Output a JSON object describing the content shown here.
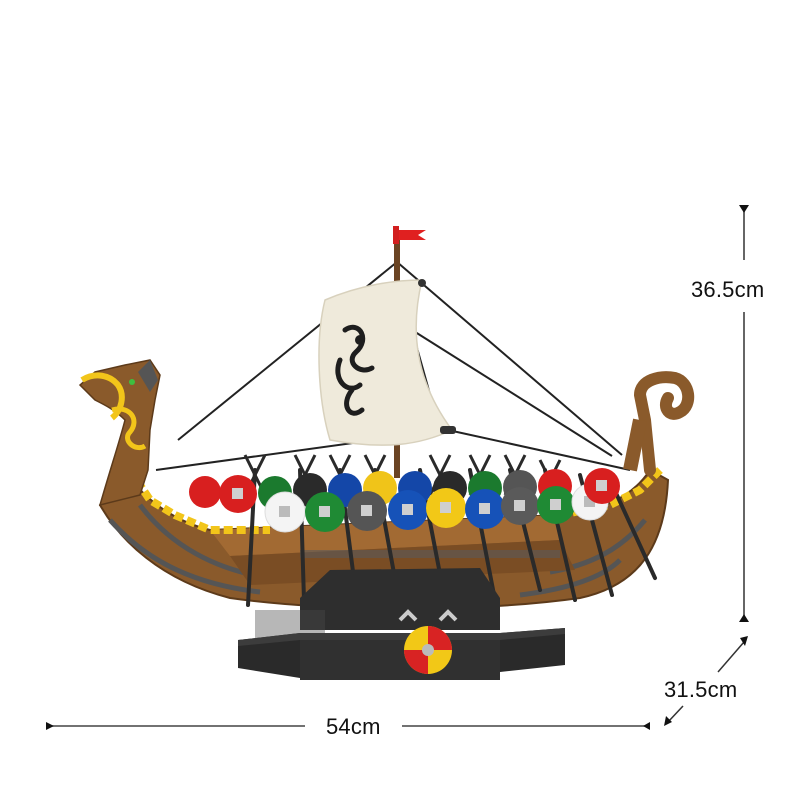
{
  "product": {
    "subject": "Viking longship brick model",
    "sail_color": "#efeadb",
    "sail_emblem": "black dragon knot",
    "pennant_color": "#e02020",
    "hull_color": "#8a5a2b",
    "trim_color": "#f2c51a",
    "stand_color": "#2b2b2b"
  },
  "dimensions": {
    "height": {
      "label": "36.5cm",
      "axis": "vertical"
    },
    "depth": {
      "label": "31.5cm",
      "axis": "diagonal"
    },
    "width": {
      "label": "54cm",
      "axis": "horizontal"
    }
  },
  "shields": {
    "back_row": [
      "#d81f1f",
      "#1b7a2e",
      "#2a2a2a",
      "#1447a8",
      "#f0c419",
      "#1447a8",
      "#2a2a2a",
      "#1b7a2e",
      "#555555",
      "#d81f1f",
      "#d81f1f"
    ],
    "front_row": [
      "#d81f1f",
      "#f4f4f4",
      "#1f8a34",
      "#555555",
      "#1652b8",
      "#f2c817",
      "#1652b8",
      "#5a5a5a",
      "#1f8a34",
      "#f4f4f4",
      "#d81f1f"
    ],
    "stand_shield": [
      "#d82323",
      "#f2c817"
    ]
  }
}
